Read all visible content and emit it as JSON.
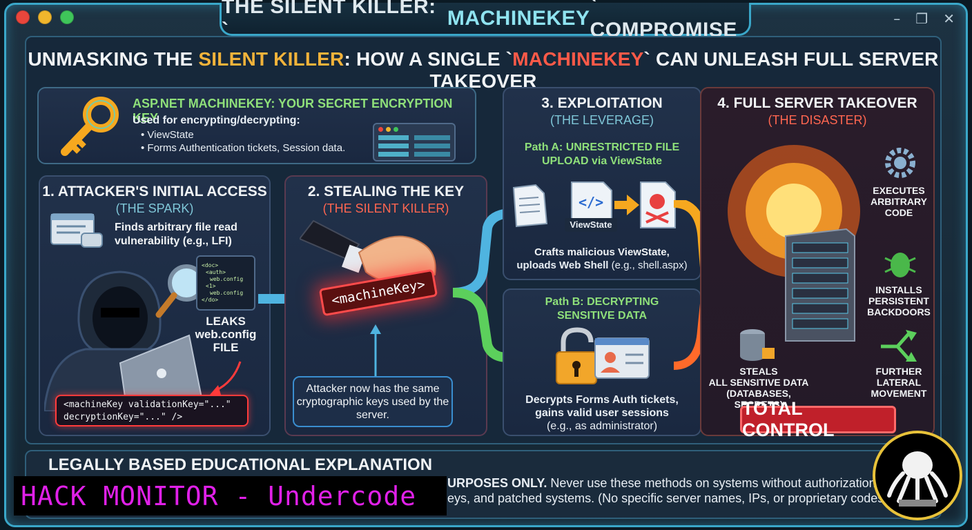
{
  "window": {
    "title_prefix": "THE SILENT KILLER: `",
    "title_hl": "MACHINEKEY",
    "title_suffix": "` COMPROMISE",
    "controls": {
      "minimize": "–",
      "maximize": "❐",
      "close": "✕"
    }
  },
  "headline": {
    "part1": "UNMASKING THE ",
    "part2": "SILENT KILLER",
    "part3": ": HOW A SINGLE `",
    "part4": "MACHINEKEY",
    "part5": "` CAN UNLEASH FULL SERVER TAKEOVER"
  },
  "info": {
    "title": "ASP.NET MACHINEKEY: YOUR SECRET ENCRYPTION KEY",
    "used_for": "Used for encrypting/decrypting:",
    "items": [
      "ViewState",
      "Forms Authentication tickets, Session data."
    ]
  },
  "step1": {
    "title": "1. ATTACKER'S INITIAL ACCESS",
    "subtitle": "(THE SPARK)",
    "finds": "Finds arbitrary file read vulnerability (e.g., LFI)",
    "leaks": [
      "LEAKS",
      "web.config",
      "FILE"
    ],
    "code_snippet": [
      "<doc>",
      "<auth>",
      "web.config",
      "<1>",
      "web.config",
      "</do>"
    ],
    "code_line1": "<machineKey validationKey=\"...\"",
    "code_line2": "decryptionKey=\"...\" />"
  },
  "step2": {
    "title": "2. STEALING THE KEY",
    "subtitle": "(THE SILENT KILLER)",
    "tag": "<machineKey>",
    "note": "Attacker now has the same cryptographic keys used by the server."
  },
  "step3": {
    "title": "3. EXPLOITATION",
    "subtitle": "(THE LEVERAGE)",
    "path_a_title": [
      "Path A: UNRESTRICTED FILE",
      "UPLOAD via ViewState"
    ],
    "viewstate_label": "ViewState",
    "path_a_desc1": "Crafts malicious ViewState,",
    "path_a_desc2_bold": "uploads Web Shell",
    "path_a_desc2_rest": " (e.g., shell.aspx)",
    "path_b_title": [
      "Path B: DECRYPTING",
      "SENSITIVE DATA"
    ],
    "path_b_desc1": "Decrypts Forms Auth tickets,",
    "path_b_desc2": "gains valid user sessions",
    "path_b_desc3": "(e.g., as administrator)"
  },
  "step4": {
    "title": "4. FULL SERVER TAKEOVER",
    "subtitle": "(THE DISASTER)",
    "executes": [
      "EXECUTES",
      "ARBITRARY",
      "CODE"
    ],
    "installs": [
      "INSTALLS",
      "PERSISTENT",
      "BACKDOORS"
    ],
    "steals": [
      "STEALS",
      "ALL SENSITIVE DATA",
      "(DATABASES, SECRETS)"
    ],
    "further": [
      "FURTHER",
      "LATERAL",
      "MOVEMENT"
    ],
    "total": "TOTAL CONTROL"
  },
  "bottom": {
    "heading": "LEGALLY BASED EDUCATIONAL EXPLANATION",
    "line1_bold": "URPOSES ONLY.",
    "line1_rest": " Never use these methods on systems without authorization.",
    "line2": "eys, and patched systems. (No specific server names, IPs, or proprietary codes are"
  },
  "overlay_text": "HACK MONITOR - Undercode",
  "colors": {
    "accent": "#3aa7c9",
    "danger": "#ff3b3b",
    "highlight": "#f2b33a",
    "green": "#8fe07a",
    "overlay": "#e020e8"
  }
}
